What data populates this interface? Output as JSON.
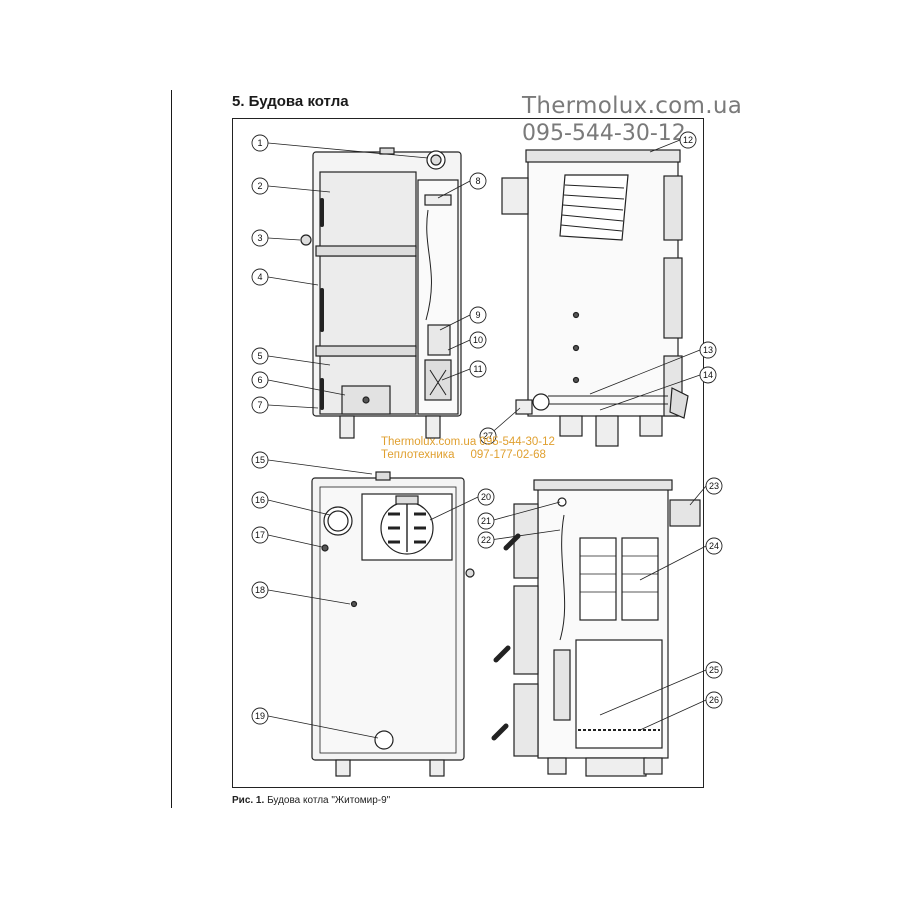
{
  "header": {
    "section_title": "5. Будова котла",
    "brand": "Thermolux.com.ua",
    "phone": "095-544-30-12"
  },
  "watermark": {
    "line1": "Thermolux.com.ua 095-544-30-12",
    "line2": "Теплотехника     097-177-02-68"
  },
  "caption": {
    "label": "Рис. 1.",
    "text": "Будова котла \"Житомир-9\""
  },
  "callouts": [
    "1",
    "2",
    "3",
    "4",
    "5",
    "6",
    "7",
    "8",
    "9",
    "10",
    "11",
    "12",
    "13",
    "14",
    "15",
    "16",
    "17",
    "18",
    "19",
    "20",
    "21",
    "22",
    "23",
    "24",
    "25",
    "26",
    "27"
  ],
  "colors": {
    "line": "#222222",
    "fill": "#f4f4f4",
    "dark": "#555555",
    "watermark": "#e0a030",
    "brand": "#7a7a7a"
  }
}
